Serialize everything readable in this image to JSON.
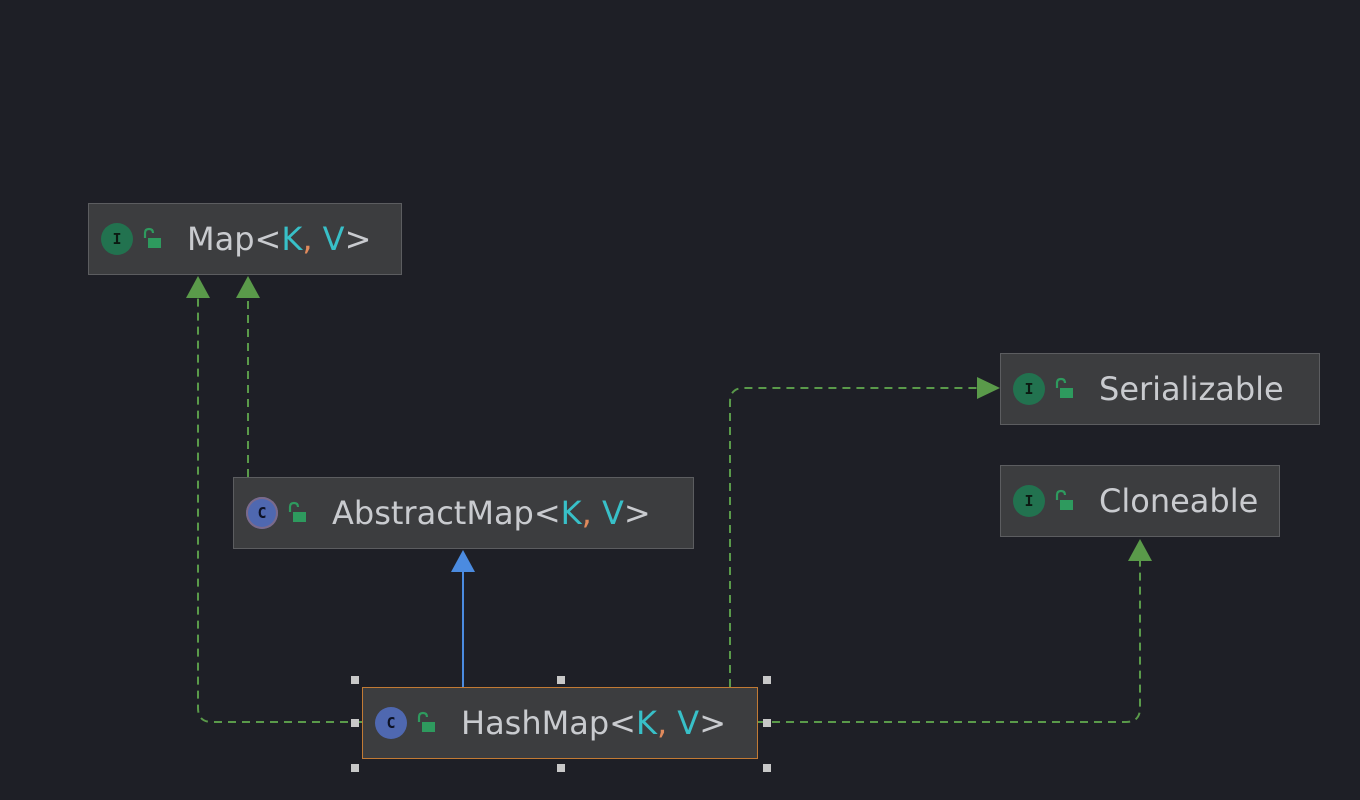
{
  "colors": {
    "background": "#1e1f26",
    "node_bg": "#3c3d3f",
    "node_border": "#5c5d60",
    "selected_border": "#c27a34",
    "implements_edge": "#5a9a4a",
    "extends_edge": "#4b8be0",
    "type_param": "#38c0c8",
    "comma": "#e08a5c"
  },
  "nodes": {
    "map": {
      "kind_letter": "I",
      "kind": "interface-icon",
      "visibility": "public-lock-icon",
      "name": "Map",
      "open": "<",
      "param1": "K",
      "comma": ",",
      "param2": "V",
      "close": ">"
    },
    "abstractmap": {
      "kind_letter": "C",
      "kind": "abstract-class-icon",
      "visibility": "public-lock-icon",
      "name": "AbstractMap",
      "open": "<",
      "param1": "K",
      "comma": ",",
      "param2": "V",
      "close": ">"
    },
    "hashmap": {
      "kind_letter": "C",
      "kind": "class-icon",
      "visibility": "public-lock-icon",
      "name": "HashMap",
      "open": "<",
      "param1": "K",
      "comma": ",",
      "param2": "V",
      "close": ">",
      "selected": true
    },
    "serializable": {
      "kind_letter": "I",
      "kind": "interface-icon",
      "visibility": "public-lock-icon",
      "name": "Serializable"
    },
    "cloneable": {
      "kind_letter": "I",
      "kind": "interface-icon",
      "visibility": "public-lock-icon",
      "name": "Cloneable"
    }
  },
  "edges": [
    {
      "from": "HashMap",
      "to": "Map",
      "relation": "implements"
    },
    {
      "from": "AbstractMap",
      "to": "Map",
      "relation": "implements"
    },
    {
      "from": "HashMap",
      "to": "AbstractMap",
      "relation": "extends"
    },
    {
      "from": "HashMap",
      "to": "Serializable",
      "relation": "implements"
    },
    {
      "from": "HashMap",
      "to": "Cloneable",
      "relation": "implements"
    }
  ]
}
